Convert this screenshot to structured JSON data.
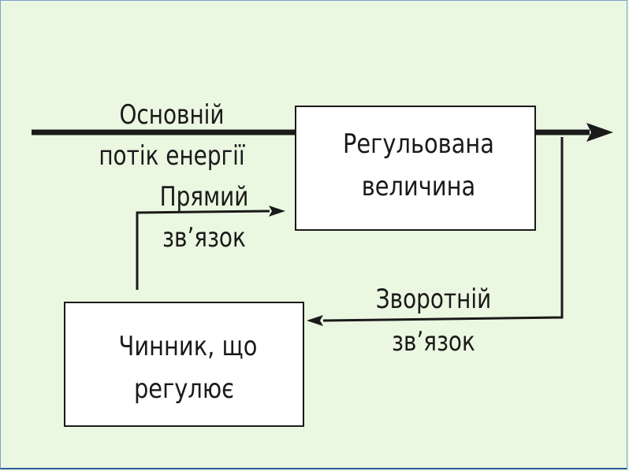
{
  "diagram": {
    "energy_flow": {
      "line1": "Основній",
      "line2": "потік енергії"
    },
    "regulated_box": {
      "line1": "Регульована",
      "line2": "величина"
    },
    "regulator_box": {
      "line1": "Чинник, що",
      "line2": "регулює"
    },
    "direct_link": {
      "line1": "Прямий",
      "line2": "зв’язок"
    },
    "feedback_link": {
      "line1": "Зворотній",
      "line2": "зв’язок"
    }
  },
  "colors": {
    "background": "#eaf7e1",
    "stroke": "#1a1a1a",
    "box_fill": "#ffffff"
  }
}
